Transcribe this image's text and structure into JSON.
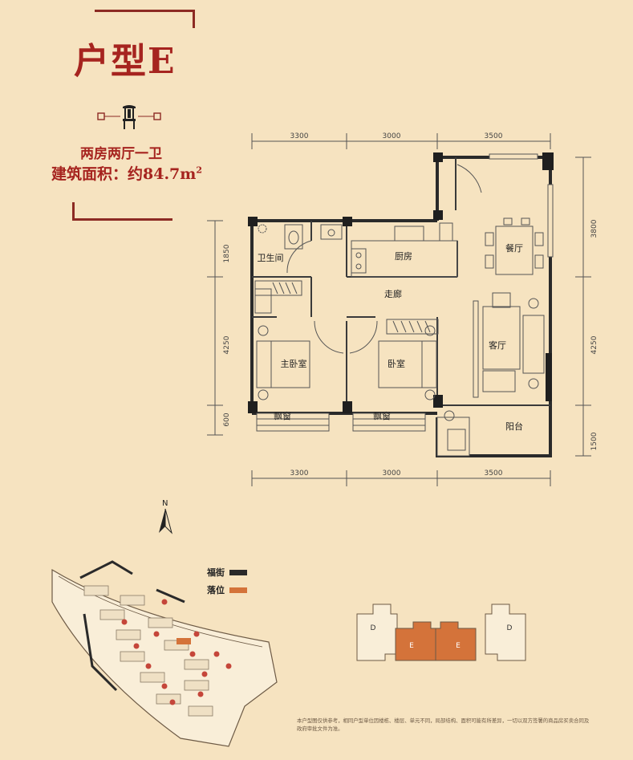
{
  "header": {
    "title": "户型E",
    "subtitle": "两房两厅一卫",
    "area_label": "建筑面积：约84.7m",
    "area_sup": "2"
  },
  "floorplan": {
    "dims_top": [
      "3300",
      "3000",
      "3500"
    ],
    "dims_bottom": [
      "3300",
      "3000",
      "3500"
    ],
    "dims_left": [
      "1850",
      "4250",
      "600"
    ],
    "dims_right": [
      "3800",
      "4250",
      "1500"
    ],
    "rooms": {
      "bathroom": "卫生间",
      "kitchen": "厨房",
      "dining": "餐厅",
      "corridor": "走廊",
      "living": "客厅",
      "master_bedroom": "主卧室",
      "bedroom": "卧室",
      "bay_window_1": "飘窗",
      "bay_window_2": "飘窗",
      "balcony": "阳台"
    }
  },
  "compass": {
    "north": "N"
  },
  "site_plan": {
    "legend": [
      {
        "label": "福街",
        "color": "#2a2a2a"
      },
      {
        "label": "落位",
        "color": "#d4733a"
      }
    ]
  },
  "key_plan": {
    "units": [
      "D",
      "E",
      "E",
      "D"
    ],
    "highlight_color": "#d4733a"
  },
  "disclaimer": "本户型图仅供参考，相同户型单位因楼栋、楼层、单元不同，局部结构、面积可能有所差异，一切以双方签署的商品房买卖合同及政府审批文件为准。",
  "colors": {
    "background": "#f6e3c0",
    "accent": "#a6241f",
    "wall": "#1f1f1f"
  }
}
